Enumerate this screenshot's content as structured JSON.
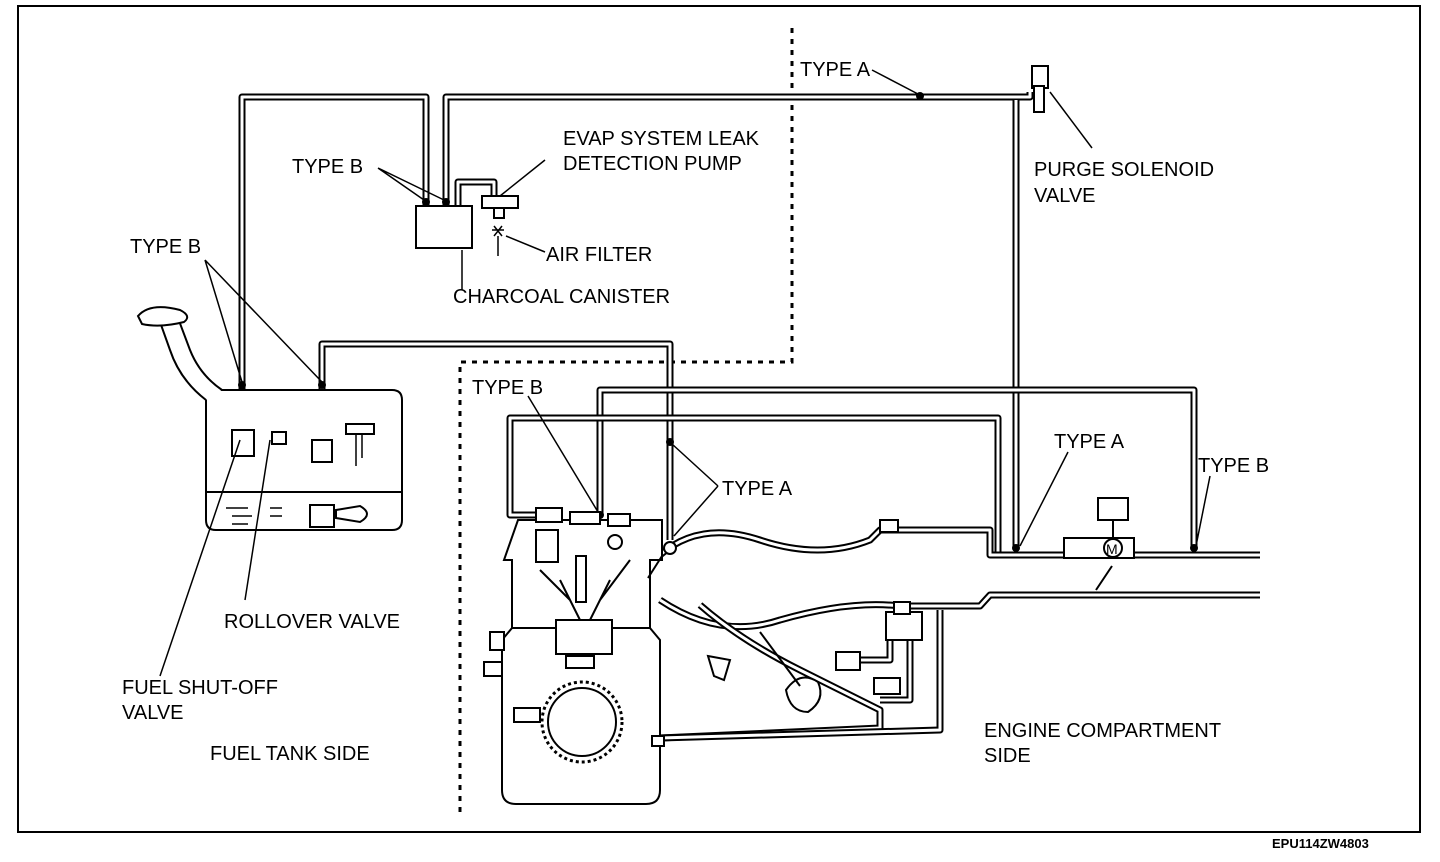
{
  "labels": {
    "type_a_top": "TYPE A",
    "purge_line1": "PURGE SOLENOID",
    "purge_line2": "VALVE",
    "evap_line1": "EVAP SYSTEM LEAK",
    "evap_line2": "DETECTION PUMP",
    "type_b_canister": "TYPE B",
    "air_filter": "AIR FILTER",
    "charcoal_canister": "CHARCOAL CANISTER",
    "type_b_tank": "TYPE B",
    "type_b_engine": "TYPE B",
    "type_a_engine": "TYPE A",
    "type_a_right": "TYPE A",
    "type_b_right": "TYPE B",
    "rollover_valve": "ROLLOVER VALVE",
    "fuel_shutoff_line1": "FUEL SHUT-OFF",
    "fuel_shutoff_line2": "VALVE",
    "fuel_tank_side": "FUEL TANK SIDE",
    "engine_side_line1": "ENGINE COMPARTMENT",
    "engine_side_line2": "SIDE",
    "motor_symbol": "M"
  },
  "figure_code": "EPU114ZW4803"
}
